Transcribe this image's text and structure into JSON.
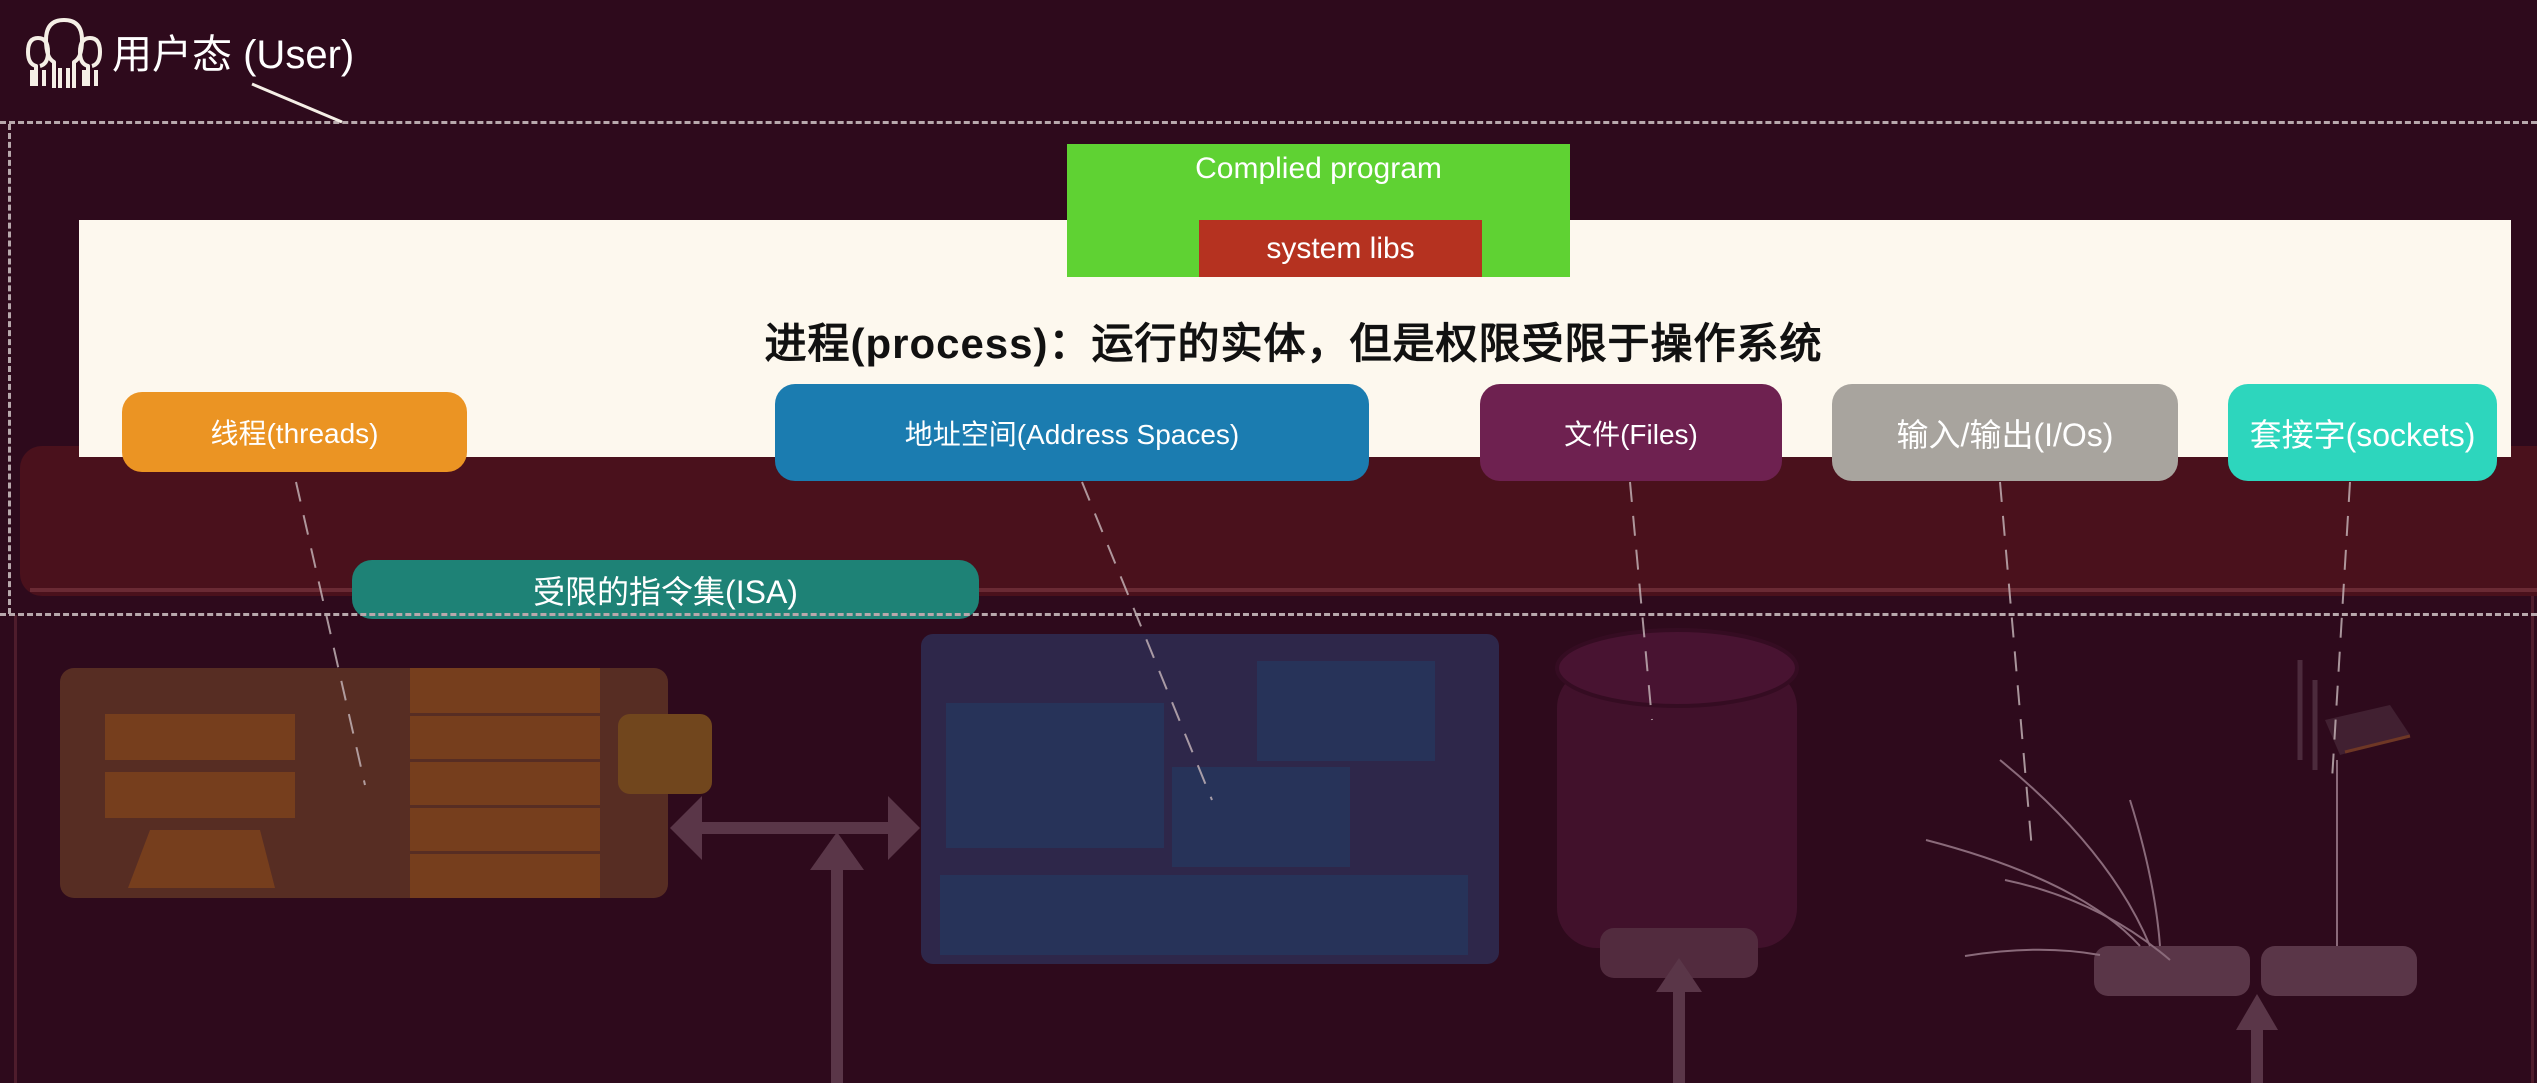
{
  "header": {
    "user_mode_label": "用户态 (User)",
    "user_icon": "users-group-icon"
  },
  "program": {
    "compiled_label": "Complied program",
    "libs_label": "system libs",
    "colors": {
      "compiled": "#5fd233",
      "libs": "#b53220"
    }
  },
  "process": {
    "title": "进程(process)：运行的实体，但是权限受限于操作系统",
    "panel_color": "#fdf8ee"
  },
  "abstractions": [
    {
      "label": "线程(threads)",
      "color": "#eb9423"
    },
    {
      "label": "地址空间(Address Spaces)",
      "color": "#1b7cb0"
    },
    {
      "label": "文件(Files)",
      "color": "#6e2150"
    },
    {
      "label": "输入/输出(I/Os)",
      "color": "#a8a49e"
    },
    {
      "label": "套接字(sockets)",
      "color": "#2dd6bd"
    }
  ],
  "isa": {
    "label": "受限的指令集(ISA)",
    "color": "#1e8276"
  },
  "hardware": {
    "cpu_icon": "cpu-icon",
    "memory_icon": "memory-icon",
    "disk_icon": "disk-cylinder-icon",
    "network_card_icon": "network-card-icon",
    "io_devices_icon": "io-devices-icon"
  },
  "colors": {
    "background": "#2e0a1c",
    "kernel_band": "#4a111c",
    "dash": "#b8a8ac"
  }
}
